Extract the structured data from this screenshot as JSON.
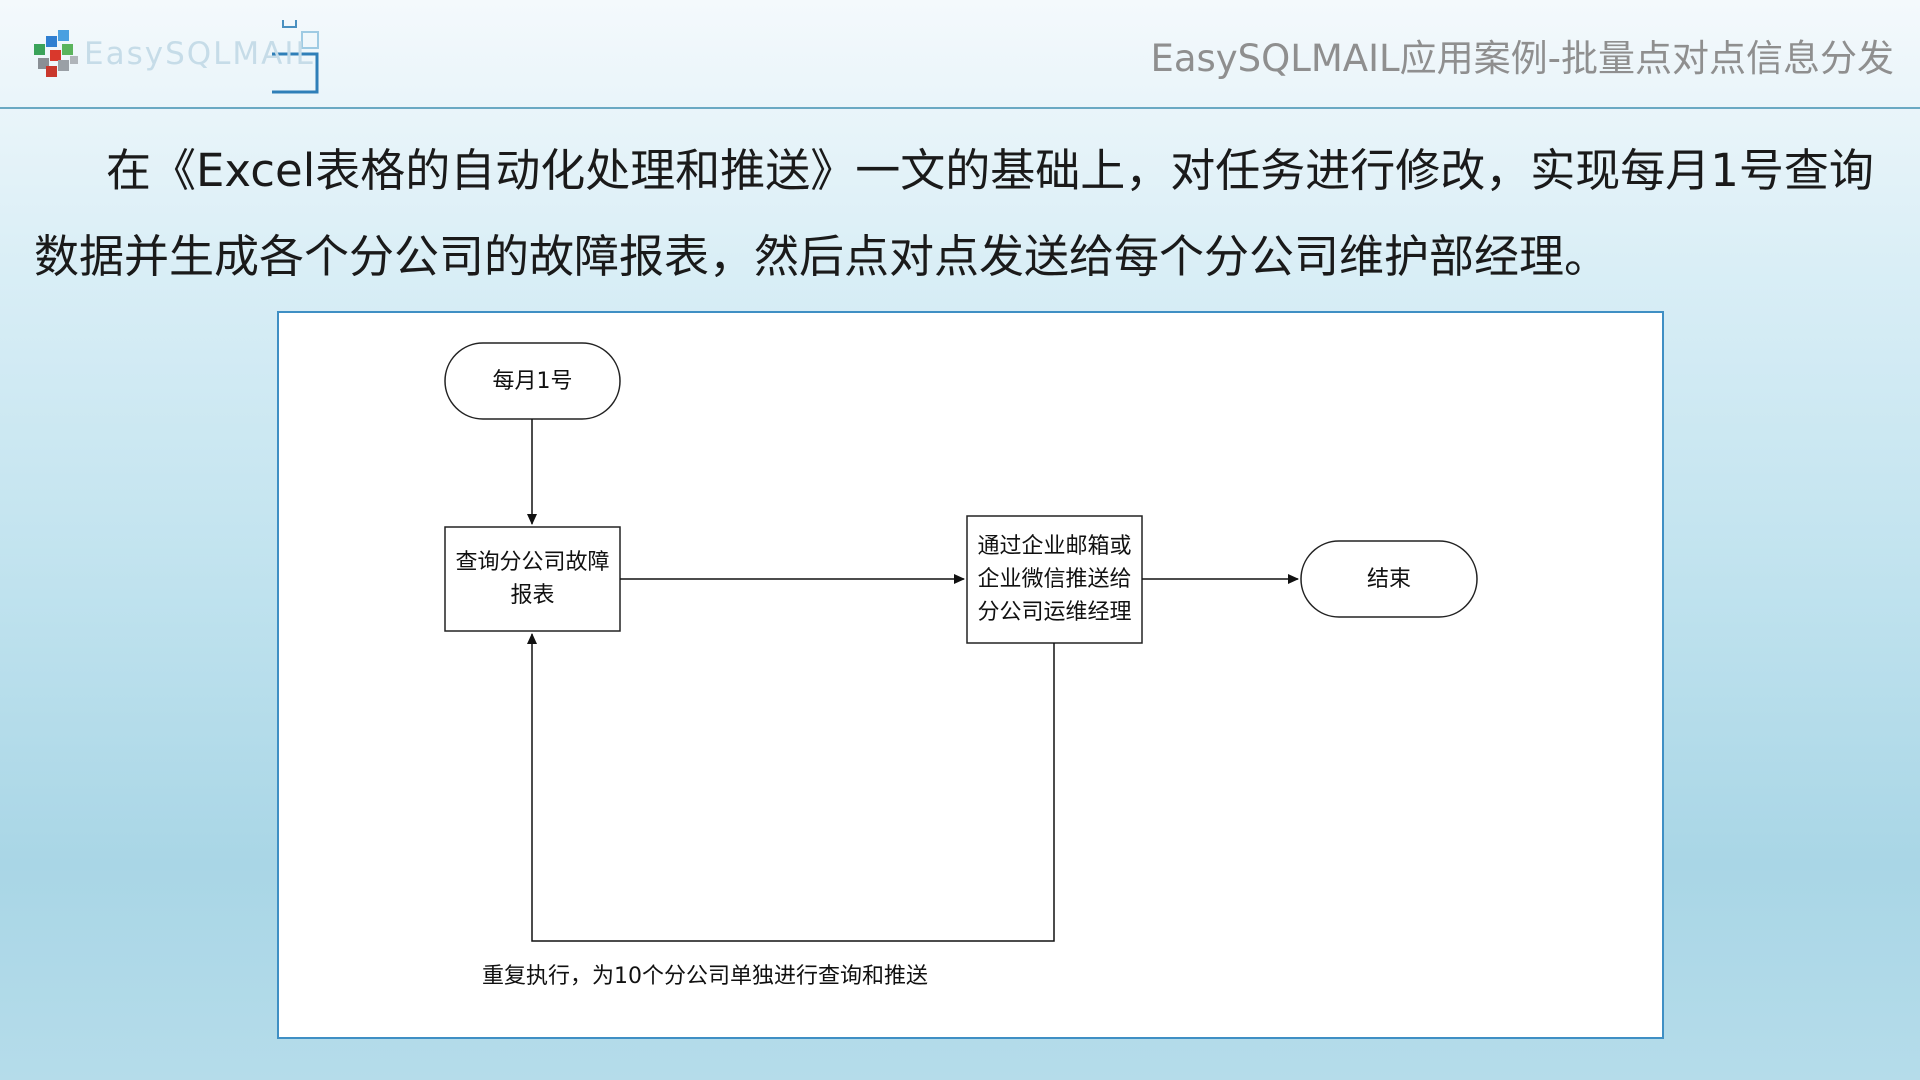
{
  "header": {
    "logo_text": "EasySQLMAIL",
    "title": "EasySQLMAIL应用案例-批量点对点信息分发"
  },
  "intro": {
    "text": "在《Excel表格的自动化处理和推送》一文的基础上，对任务进行修改，实现每月1号查询数据并生成各个分公司的故障报表，然后点对点发送给每个分公司维护部经理。"
  },
  "flowchart": {
    "nodes": {
      "start": "每月1号",
      "query": "查询分公司故障报表",
      "send": "通过企业邮箱或企业微信推送给分公司运维经理",
      "end": "结束"
    },
    "loop_label": "重复执行，为10个分公司单独进行查询和推送"
  },
  "colors": {
    "panel_border": "#3f8fc4",
    "header_line": "#6aa9c3",
    "title_text": "#8f8f8f"
  },
  "icons": {
    "logo": "easysqlmail-cube-logo-icon"
  }
}
